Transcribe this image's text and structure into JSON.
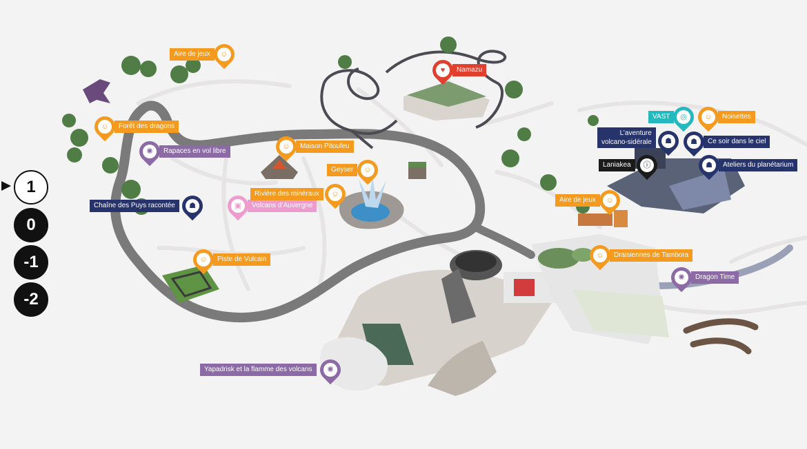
{
  "floors": {
    "levels": [
      "1",
      "0",
      "-1",
      "-2"
    ],
    "active": "1"
  },
  "pois": {
    "aire_jeux_1": {
      "label": "Aire de jeux",
      "color": "orange",
      "icon": "family-icon"
    },
    "foret_dragons": {
      "label": "Forêt des dragons",
      "color": "orange",
      "icon": "family-icon"
    },
    "rapaces": {
      "label": "Rapaces en vol libre",
      "color": "purple",
      "icon": "show-icon"
    },
    "chaine_puys": {
      "label": "Chaîne des Puys racontée",
      "color": "navy",
      "icon": "guide-icon"
    },
    "volcans_auvergne": {
      "label": "Volcans d’Auvergne",
      "color": "pink",
      "icon": "film-icon"
    },
    "piste_vulcain": {
      "label": "Piste de Vulcain",
      "color": "orange",
      "icon": "family-icon"
    },
    "maison_pitoufeu": {
      "label": "Maison Pitoufeu",
      "color": "orange",
      "icon": "family-icon"
    },
    "geyser": {
      "label": "Geyser",
      "color": "orange",
      "icon": "family-icon"
    },
    "riviere_mineraux": {
      "label": "Rivière des minéraux",
      "color": "orange",
      "icon": "family-icon"
    },
    "namazu": {
      "label": "Namazu",
      "color": "red",
      "icon": "heart-icon"
    },
    "vast": {
      "label": "VAST",
      "color": "teal",
      "icon": "vr-icon"
    },
    "noisettes": {
      "label": "Noisettes",
      "color": "orange",
      "icon": "family-icon"
    },
    "aventure_line1": {
      "label": "L’aventure",
      "color": "navy"
    },
    "aventure_line2": {
      "label": "volcano-sidérale",
      "color": "navy",
      "icon": "guide-icon"
    },
    "ce_soir": {
      "label": "Ce soir dans le ciel",
      "color": "navy",
      "icon": "guide-icon"
    },
    "laniakea": {
      "label": "Laniakea",
      "color": "black",
      "icon": "info-icon"
    },
    "ateliers": {
      "label": "Ateliers du planétarium",
      "color": "navy",
      "icon": "guide-icon"
    },
    "aire_jeux_2": {
      "label": "Aire de jeux",
      "color": "orange",
      "icon": "family-icon"
    },
    "draisiennes": {
      "label": "Draisiennes de Tambora",
      "color": "orange",
      "icon": "family-icon"
    },
    "dragon_time": {
      "label": "Dragon Time",
      "color": "purple",
      "icon": "show-icon"
    },
    "yapadrisk": {
      "label": "Yapadrisk et la flamme des volcans",
      "color": "purple",
      "icon": "show-icon"
    }
  }
}
